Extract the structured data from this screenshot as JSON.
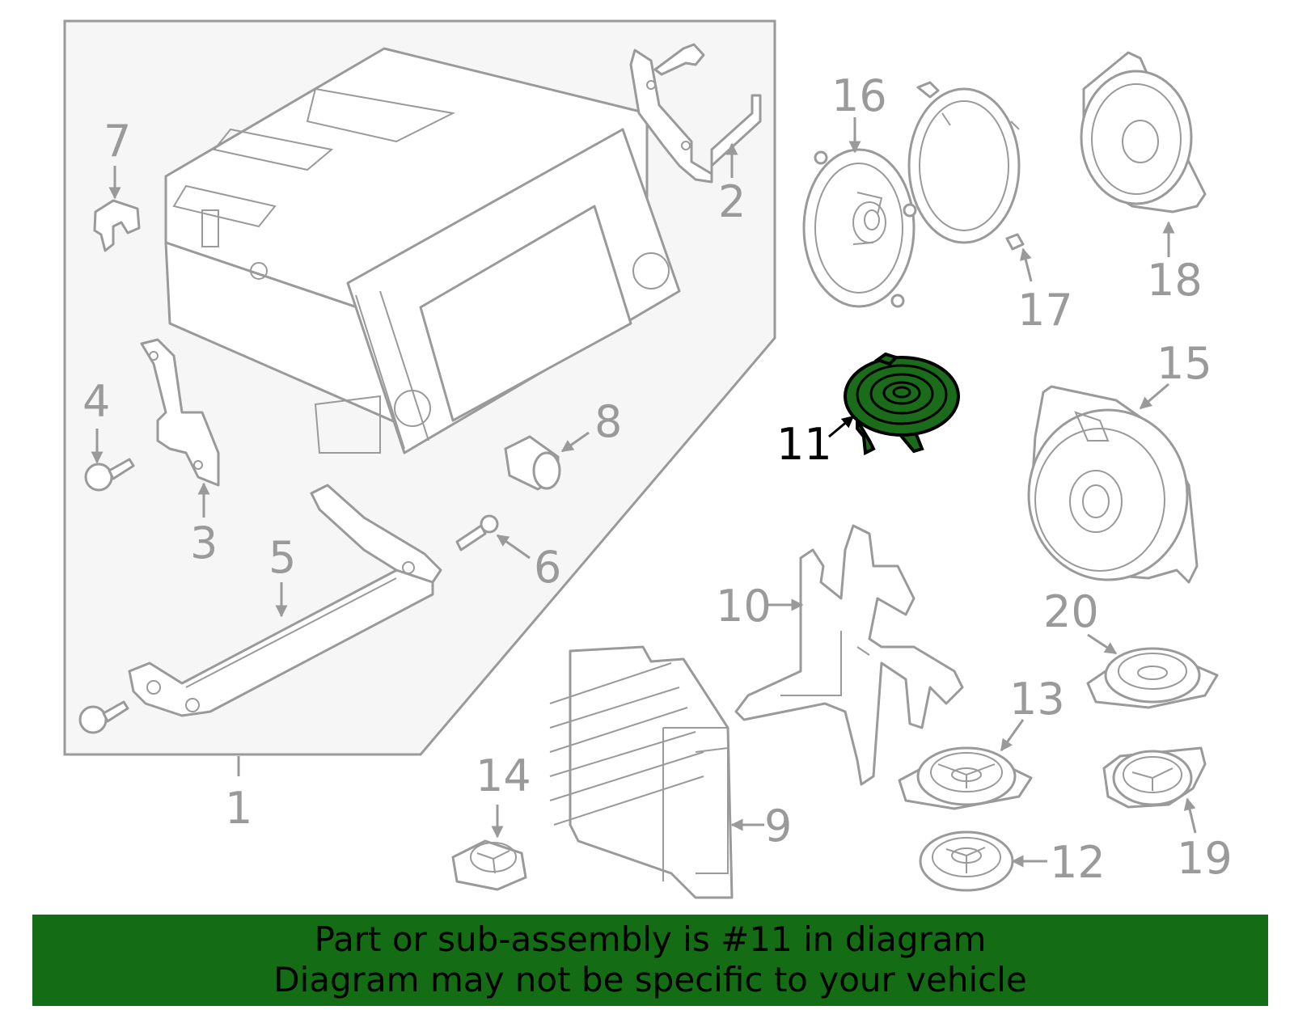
{
  "callouts": {
    "c1": "1",
    "c2": "2",
    "c3": "3",
    "c4": "4",
    "c5": "5",
    "c6": "6",
    "c7": "7",
    "c8": "8",
    "c9": "9",
    "c10": "10",
    "c11": "11",
    "c12": "12",
    "c13": "13",
    "c14": "14",
    "c15": "15",
    "c16": "16",
    "c17": "17",
    "c18": "18",
    "c19": "19",
    "c20": "20"
  },
  "highlighted_part": "11",
  "colors": {
    "highlight": "#1a6b1a",
    "banner": "#146c14",
    "line": "#9a9a9a"
  },
  "banner": {
    "line1": "Part or sub-assembly is #11 in diagram",
    "line2": "Diagram may not be specific to your vehicle"
  }
}
